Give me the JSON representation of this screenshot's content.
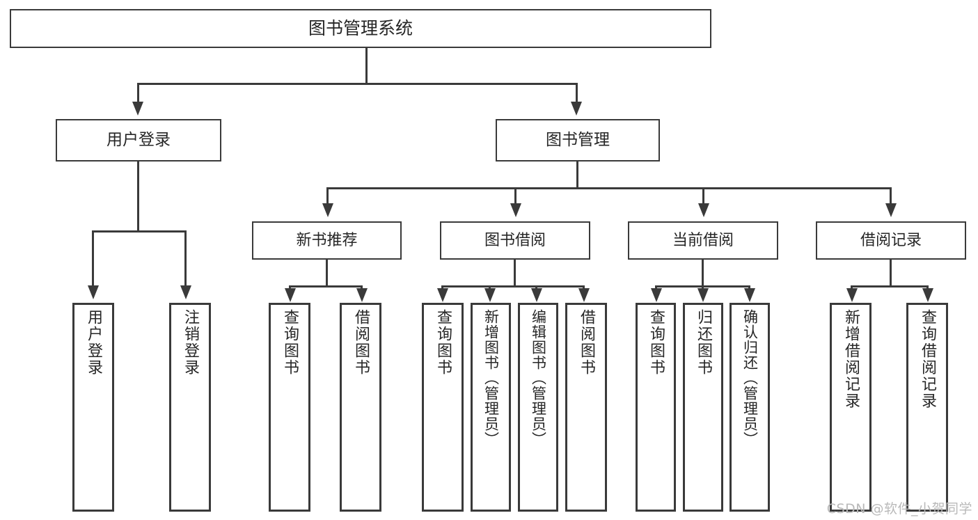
{
  "diagram": {
    "type": "tree",
    "title": "图书管理系统",
    "root": {
      "id": "root",
      "label": "图书管理系统"
    },
    "level2": [
      {
        "id": "user-login",
        "label": "用户登录"
      },
      {
        "id": "book-manage",
        "label": "图书管理"
      }
    ],
    "level3": [
      {
        "id": "new-book-recommend",
        "label": "新书推荐",
        "parent": "book-manage"
      },
      {
        "id": "book-borrow",
        "label": "图书借阅",
        "parent": "book-manage"
      },
      {
        "id": "current-borrow",
        "label": "当前借阅",
        "parent": "book-manage"
      },
      {
        "id": "borrow-record",
        "label": "借阅记录",
        "parent": "book-manage"
      }
    ],
    "leaves": [
      {
        "id": "leaf-user-login",
        "label": "用户登录",
        "parent": "user-login"
      },
      {
        "id": "leaf-user-logout",
        "label": "注销登录",
        "parent": "user-login"
      },
      {
        "id": "leaf-query-book-1",
        "label": "查询图书",
        "parent": "new-book-recommend"
      },
      {
        "id": "leaf-borrow-book-1",
        "label": "借阅图书",
        "parent": "new-book-recommend"
      },
      {
        "id": "leaf-query-book-2",
        "label": "查询图书",
        "parent": "book-borrow"
      },
      {
        "id": "leaf-add-book",
        "label": "新增图书（管理员）",
        "parent": "book-borrow"
      },
      {
        "id": "leaf-edit-book",
        "label": "编辑图书（管理员）",
        "parent": "book-borrow"
      },
      {
        "id": "leaf-borrow-book-2",
        "label": "借阅图书",
        "parent": "book-borrow"
      },
      {
        "id": "leaf-query-book-3",
        "label": "查询图书",
        "parent": "current-borrow"
      },
      {
        "id": "leaf-return-book",
        "label": "归还图书",
        "parent": "current-borrow"
      },
      {
        "id": "leaf-confirm-return",
        "label": "确认归还（管理员）",
        "parent": "current-borrow"
      },
      {
        "id": "leaf-add-record",
        "label": "新增借阅记录",
        "parent": "borrow-record"
      },
      {
        "id": "leaf-query-record",
        "label": "查询借阅记录",
        "parent": "borrow-record"
      }
    ],
    "colors": {
      "border": "#3a3a3a",
      "fill": "#ffffff",
      "text": "#262626",
      "connector": "#3a3a3a",
      "watermark": "#b9b9b9"
    }
  },
  "watermark": {
    "text": "CSDN @软件_小贺同学"
  }
}
